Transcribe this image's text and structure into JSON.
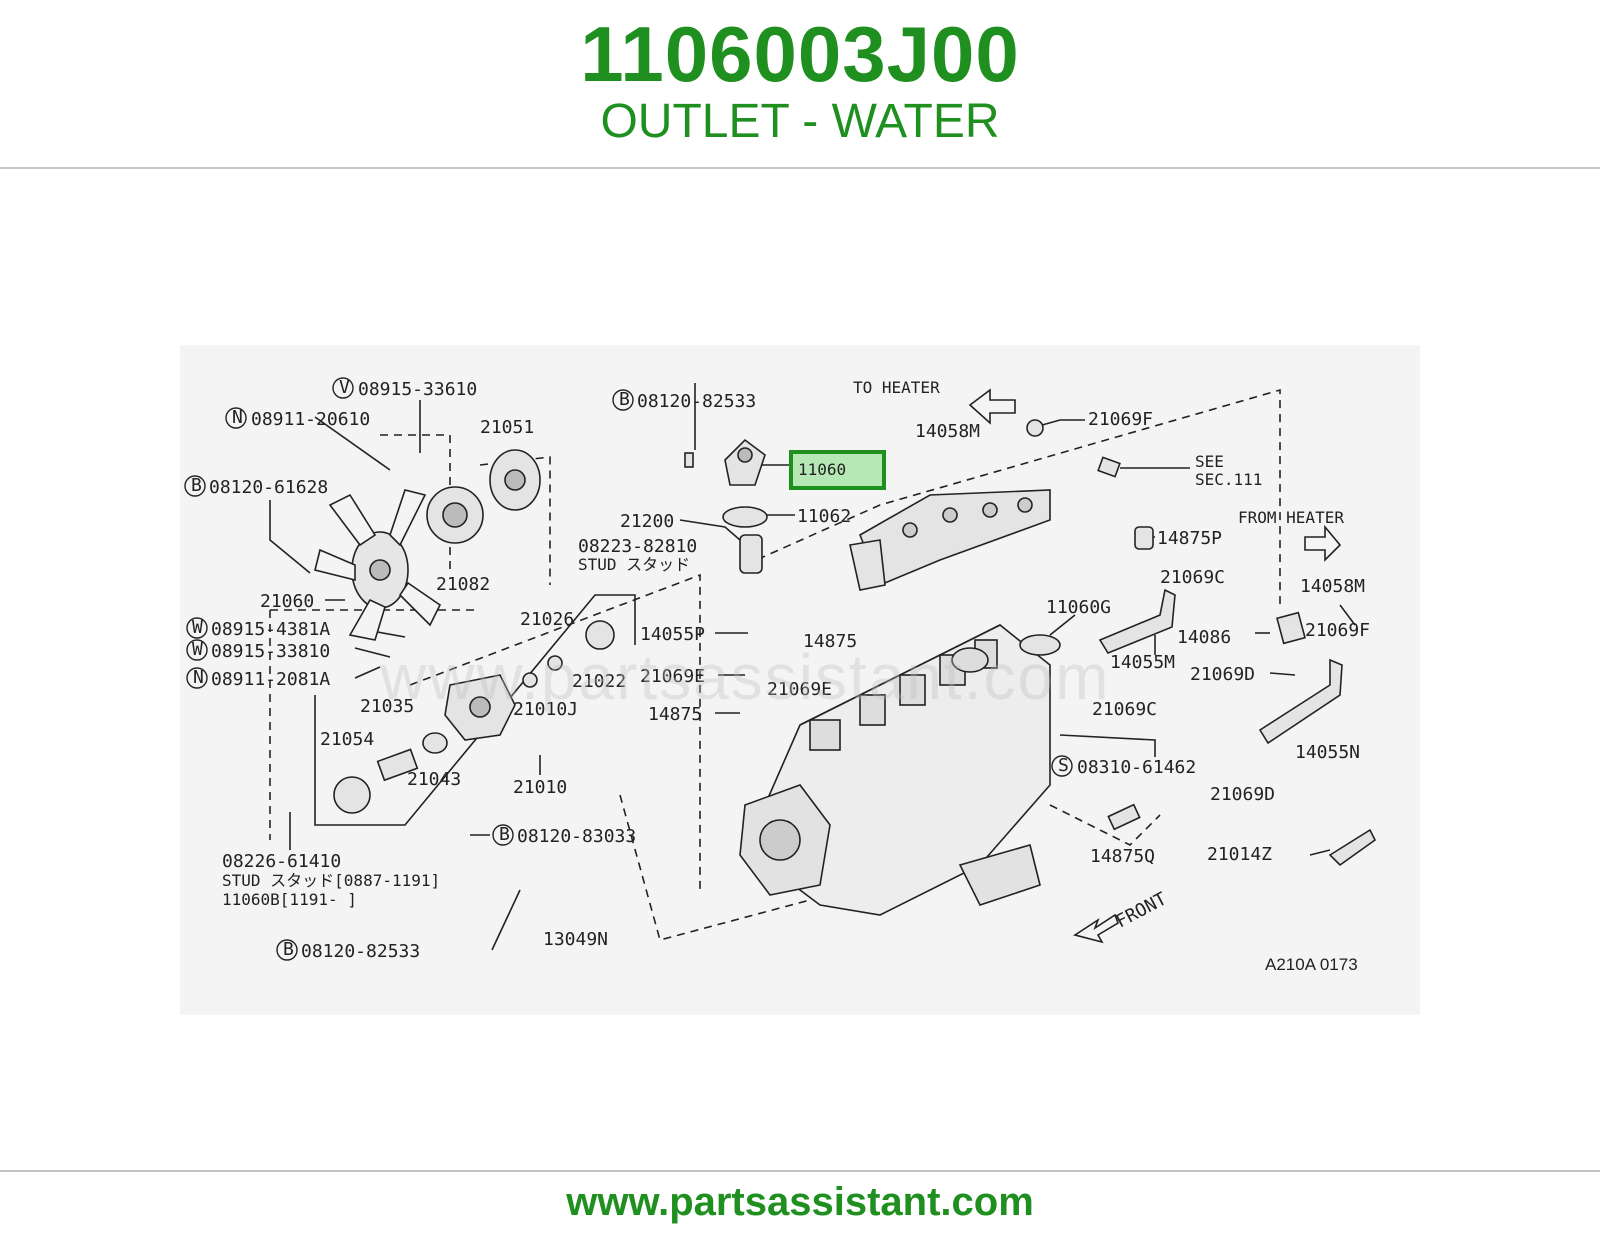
{
  "header": {
    "part_number": "1106003J00",
    "part_name": "OUTLET - WATER"
  },
  "footer": {
    "url": "www.partsassistant.com"
  },
  "watermark": "www.partsassistant.com",
  "highlight_color": "#1f8f1f",
  "diagram": {
    "ref_code": "A210A 0173",
    "labels": {
      "l08915_33610": "08915-33610",
      "l08911_20610": "08911-20610",
      "l21051": "21051",
      "l08120_61628": "08120-61628",
      "l21082": "21082",
      "l21060": "21060",
      "l08915_4381A": "08915-4381A",
      "l08915_33810": "08915-33810",
      "l08911_2081A": "08911-2081A",
      "l21026": "21026",
      "l21022": "21022",
      "l21010J": "21010J",
      "l21035": "21035",
      "l21054": "21054",
      "l21043": "21043",
      "l21010": "21010",
      "l08226_61410": "08226-61410",
      "stud_1": "STUD スタッド[0887-1191]",
      "l11060B": "11060B[1191-      ]",
      "l08120_83033": "08120-83033",
      "l08120_82533_bottom": "08120-82533",
      "l13049N": "13049N",
      "l08120_82533_top": "08120-82533",
      "l11060": "11060",
      "l11062": "11062",
      "l21200": "21200",
      "l08223_82810": "08223-82810",
      "stud_2": "STUD スタッド",
      "l14055P": "14055P",
      "l14875_a": "14875",
      "l21069E_a": "21069E",
      "l21069E_b": "21069E",
      "l14875_b": "14875",
      "to_heater": "TO HEATER",
      "l14058M_a": "14058M",
      "l21069F_a": "21069F",
      "see": "SEE",
      "sec111": "SEC.111",
      "from_heater": "FROM HEATER",
      "l14875P": "14875P",
      "l21069C_a": "21069C",
      "l14058M_b": "14058M",
      "l11060G": "11060G",
      "l14086": "14086",
      "l21069F_b": "21069F",
      "l14055M": "14055M",
      "l21069D_a": "21069D",
      "l21069C_b": "21069C",
      "l08310_61462": "08310-61462",
      "l14055N": "14055N",
      "l21069D_b": "21069D",
      "l14875Q": "14875Q",
      "l21014Z": "21014Z",
      "front": "FRONT",
      "c_v1": "V",
      "c_n1": "N",
      "c_b1": "B",
      "c_w1": "W",
      "c_w2": "W",
      "c_n2": "N",
      "c_b2": "B",
      "c_b3": "B",
      "c_b4": "B",
      "c_s1": "S"
    }
  }
}
